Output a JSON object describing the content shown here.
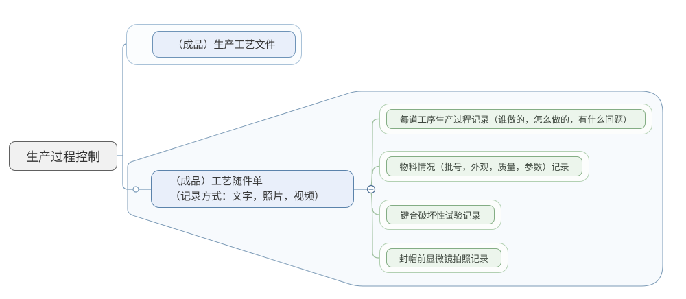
{
  "mindmap": {
    "root": {
      "label": "生产过程控制"
    },
    "top_branch": {
      "label": "（成品）生产工艺文件"
    },
    "mid_branch": {
      "line1": "（成品）工艺随件单",
      "line2": "（记录方式：文字，照片，视频）"
    },
    "children": [
      {
        "label": "每道工序生产过程记录（谁做的，怎么做的，有什么问题）"
      },
      {
        "label": "物料情况（批号，外观，质量，参数）记录"
      },
      {
        "label": "键合破坏性试验记录"
      },
      {
        "label": "封帽前显微镜拍照记录"
      }
    ],
    "collapse_button": {
      "state": "expanded",
      "symbol": "−"
    },
    "colors": {
      "root_fill": "#f1f1f1",
      "root_border": "#606060",
      "blue_node_fill": "#e9effa",
      "blue_node_border": "#5b83ab",
      "blue_group_border": "#a9c2d8",
      "green_node_fill": "#ecf5ec",
      "green_node_border": "#84ad84",
      "green_group_border": "#b2d0b2",
      "boundary_fill": "#f7fafd",
      "boundary_border": "#7b9ab6",
      "connector_blue": "#7a9bb9",
      "connector_green": "#9dbf9d"
    }
  }
}
